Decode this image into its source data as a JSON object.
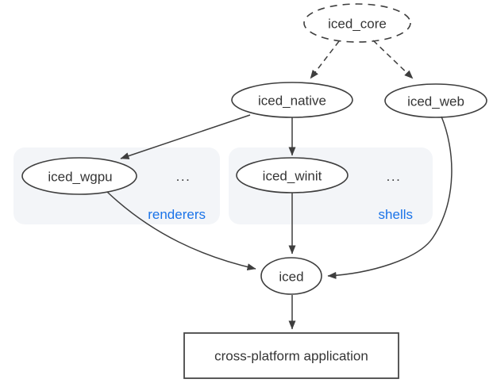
{
  "diagram": {
    "nodes": {
      "iced_core": {
        "label": "iced_core",
        "shape": "ellipse",
        "border": "dashed"
      },
      "iced_native": {
        "label": "iced_native",
        "shape": "ellipse",
        "border": "solid"
      },
      "iced_web": {
        "label": "iced_web",
        "shape": "ellipse",
        "border": "solid"
      },
      "iced_wgpu": {
        "label": "iced_wgpu",
        "shape": "ellipse",
        "border": "solid"
      },
      "iced_winit": {
        "label": "iced_winit",
        "shape": "ellipse",
        "border": "solid"
      },
      "iced": {
        "label": "iced",
        "shape": "ellipse",
        "border": "solid"
      },
      "application": {
        "label": "cross-platform application",
        "shape": "rectangle",
        "border": "solid"
      }
    },
    "groups": {
      "renderers": {
        "label": "renderers",
        "more": "...",
        "contains": [
          "iced_wgpu"
        ]
      },
      "shells": {
        "label": "shells",
        "more": "...",
        "contains": [
          "iced_winit"
        ]
      }
    },
    "edges": [
      {
        "from": "iced_core",
        "to": "iced_native",
        "style": "dashed"
      },
      {
        "from": "iced_core",
        "to": "iced_web",
        "style": "dashed"
      },
      {
        "from": "iced_native",
        "to": "iced_wgpu",
        "style": "solid"
      },
      {
        "from": "iced_native",
        "to": "iced_winit",
        "style": "solid"
      },
      {
        "from": "iced_wgpu",
        "to": "iced",
        "style": "solid"
      },
      {
        "from": "iced_winit",
        "to": "iced",
        "style": "solid"
      },
      {
        "from": "iced_web",
        "to": "iced",
        "style": "solid"
      },
      {
        "from": "iced",
        "to": "application",
        "style": "solid"
      }
    ],
    "colors": {
      "background": "#ffffff",
      "node_fill": "#ffffff",
      "stroke": "#3e3e3e",
      "text": "#353535",
      "group_background": "#f3f5f8",
      "group_label_blue": "#1a73e8"
    }
  }
}
